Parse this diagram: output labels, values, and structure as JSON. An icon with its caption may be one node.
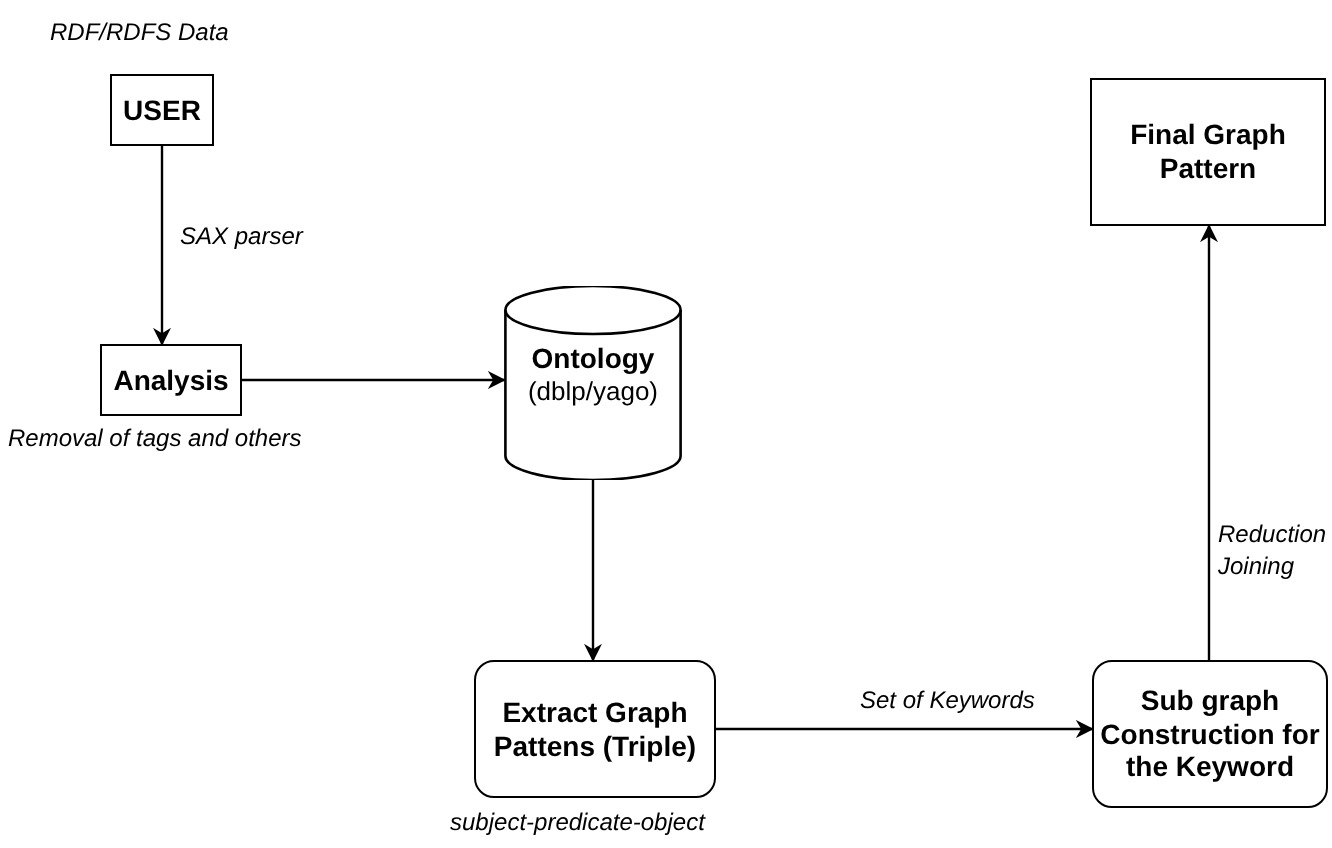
{
  "diagram": {
    "nodes": [
      {
        "text": [
          "USER"
        ],
        "beside": [
          "RDF/RDFS Data"
        ]
      },
      {
        "text": [
          "Analysis"
        ],
        "beside": [
          "Removal of tags and others"
        ]
      },
      {
        "text": [
          "Ontology",
          "(dblp/yago)"
        ]
      },
      {
        "text": [
          "Extract Graph Pattens (Triple)"
        ],
        "beside": [
          "subject-predicate-object"
        ]
      },
      {
        "text": [
          "Sub graph Construction for the Keyword"
        ]
      },
      {
        "text": [
          "Final Graph Pattern"
        ]
      }
    ],
    "edges": [
      {
        "from": 0,
        "to": 1,
        "arrow": "to",
        "label": "SAX parser"
      },
      {
        "from": 1,
        "to": 2,
        "arrow": "to"
      },
      {
        "from": 2,
        "to": 3,
        "arrow": "to"
      },
      {
        "from": 3,
        "to": 4,
        "arrow": "to",
        "label": "Set of Keywords"
      },
      {
        "from": 4,
        "to": 5,
        "arrow": "to",
        "label": "Reduction Joining"
      }
    ]
  }
}
